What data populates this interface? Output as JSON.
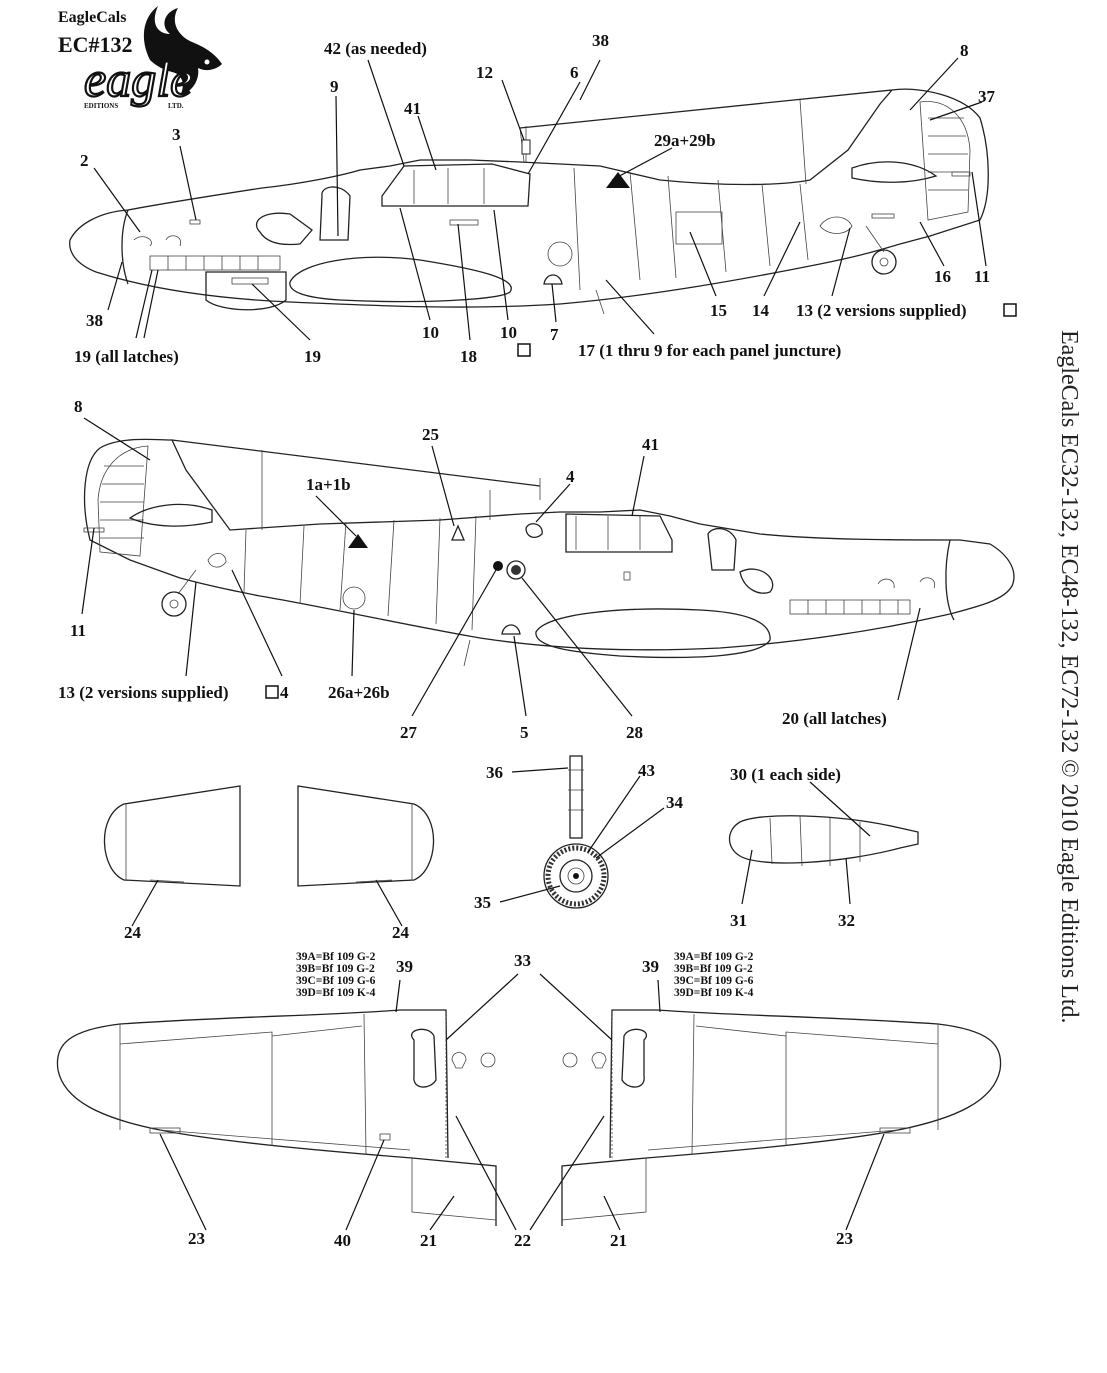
{
  "logo": {
    "brand": "EagleCals",
    "code": "EC#132",
    "word": "eagle",
    "left_small": "EDITIONS",
    "right_small": "LTD."
  },
  "side_text": "EagleCals EC32-132, EC48-132, EC72-132  © 2010 Eagle Editions Ltd.",
  "callouts_top": {
    "c42": "42 (as needed)",
    "c38a": "38",
    "c8": "8",
    "c12": "12",
    "c6": "6",
    "c37": "37",
    "c9": "9",
    "c41": "41",
    "c29": "29a+29b",
    "c3": "3",
    "c2": "2",
    "c16": "16",
    "c11": "11",
    "c38b": "38",
    "c15": "15",
    "c14": "14",
    "c13": "13 (2 versions supplied)",
    "c10a": "10",
    "c18": "18",
    "c10b": "10",
    "c7": "7",
    "c19a": "19 (all latches)",
    "c19b": "19",
    "c17": "17 (1 thru 9 for each panel juncture)"
  },
  "callouts_mid": {
    "c8": "8",
    "c25": "25",
    "c41": "41",
    "c1": "1a+1b",
    "c4": "4",
    "c11": "11",
    "c13": "13 (2 versions supplied)",
    "c13b": "4",
    "c26": "26a+26b",
    "c27": "27",
    "c5": "5",
    "c28": "28",
    "c20": "20 (all latches)"
  },
  "callouts_low": {
    "c36": "36",
    "c43": "43",
    "c34": "34",
    "c30": "30 (1 each side)",
    "c35": "35",
    "c31": "31",
    "c32": "32",
    "c24a": "24",
    "c24b": "24"
  },
  "callouts_wing": {
    "c33": "33",
    "c39a": "39",
    "c39b": "39",
    "c23a": "23",
    "c40": "40",
    "c21a": "21",
    "c22": "22",
    "c21b": "21",
    "c23b": "23"
  },
  "variants_left": [
    "39A=Bf 109 G-2",
    "39B=Bf 109 G-2",
    "39C=Bf 109 G-6",
    "39D=Bf 109 K-4"
  ],
  "variants_right": [
    "39A=Bf 109 G-2",
    "39B=Bf 109 G-2",
    "39C=Bf 109 G-6",
    "39D=Bf 109 K-4"
  ]
}
